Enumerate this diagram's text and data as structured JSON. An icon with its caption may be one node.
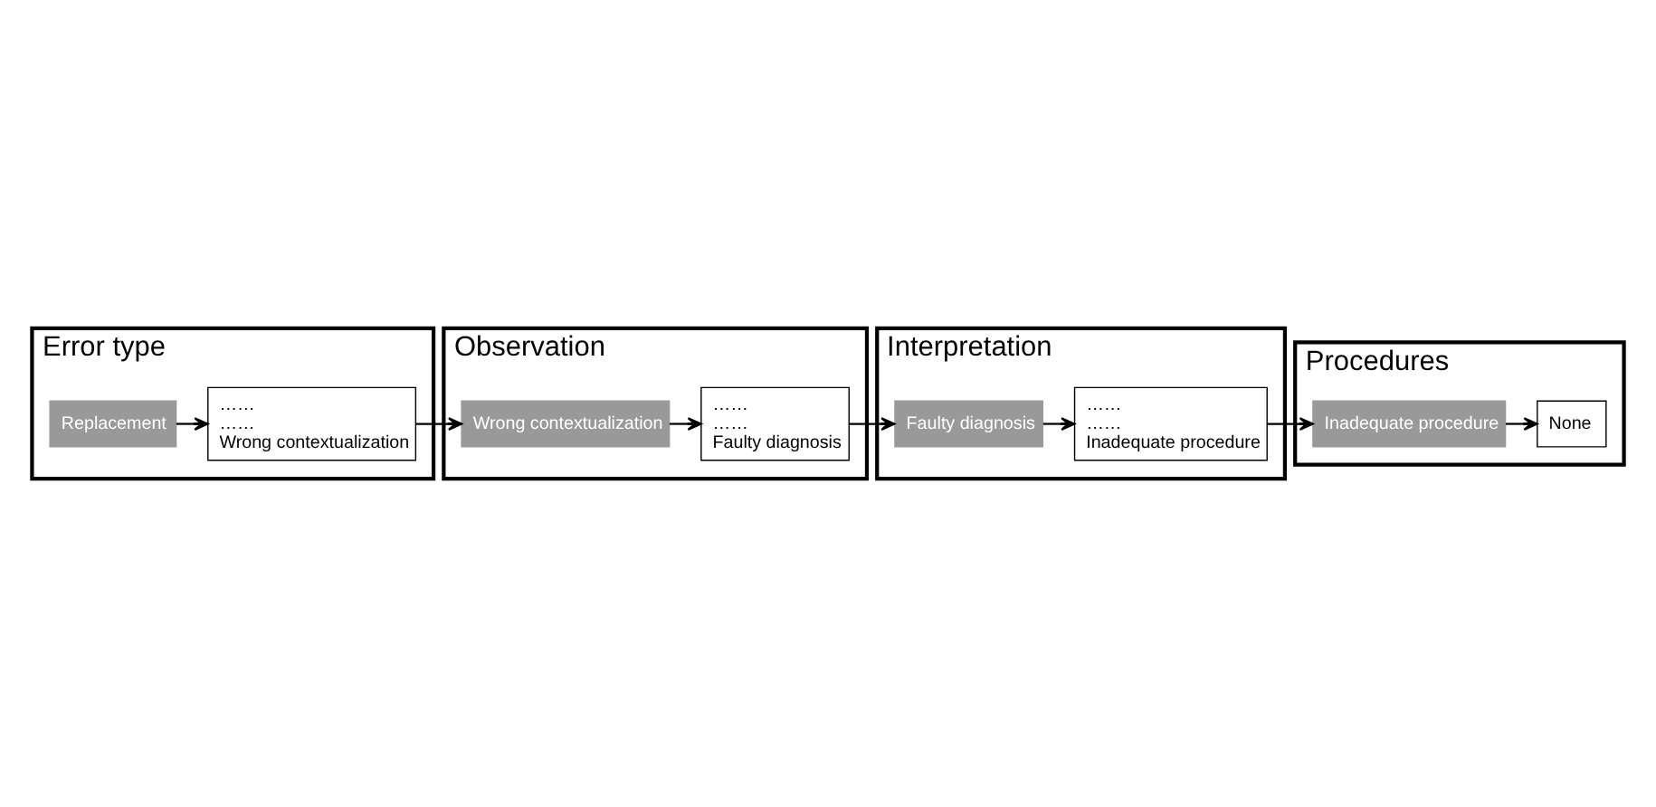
{
  "diagram": {
    "nodes": [
      {
        "text": [
          "Error type"
        ]
      },
      {
        "text": [
          "Replacement"
        ],
        "in": 0
      },
      {
        "text": [
          "……",
          "……",
          "Wrong contextualization"
        ],
        "in": 0
      },
      {
        "text": [
          "Observation"
        ]
      },
      {
        "text": [
          "Wrong contextualization"
        ],
        "in": 3
      },
      {
        "text": [
          "……",
          "……",
          "Faulty diagnosis"
        ],
        "in": 3
      },
      {
        "text": [
          "Interpretation"
        ]
      },
      {
        "text": [
          "Faulty diagnosis"
        ],
        "in": 6
      },
      {
        "text": [
          "……",
          "……",
          "Inadequate procedure"
        ],
        "in": 6
      },
      {
        "text": [
          "Procedures"
        ]
      },
      {
        "text": [
          "Inadequate procedure"
        ],
        "in": 9
      },
      {
        "text": [
          "None"
        ],
        "in": 9
      }
    ],
    "edges": [
      {
        "from": 1,
        "to": 2,
        "arrow": "to"
      },
      {
        "from": 2,
        "to": 4,
        "arrow": "to"
      },
      {
        "from": 4,
        "to": 5,
        "arrow": "to"
      },
      {
        "from": 5,
        "to": 7,
        "arrow": "to"
      },
      {
        "from": 7,
        "to": 8,
        "arrow": "to"
      },
      {
        "from": 8,
        "to": 10,
        "arrow": "to"
      },
      {
        "from": 10,
        "to": 11,
        "arrow": "to"
      }
    ]
  }
}
